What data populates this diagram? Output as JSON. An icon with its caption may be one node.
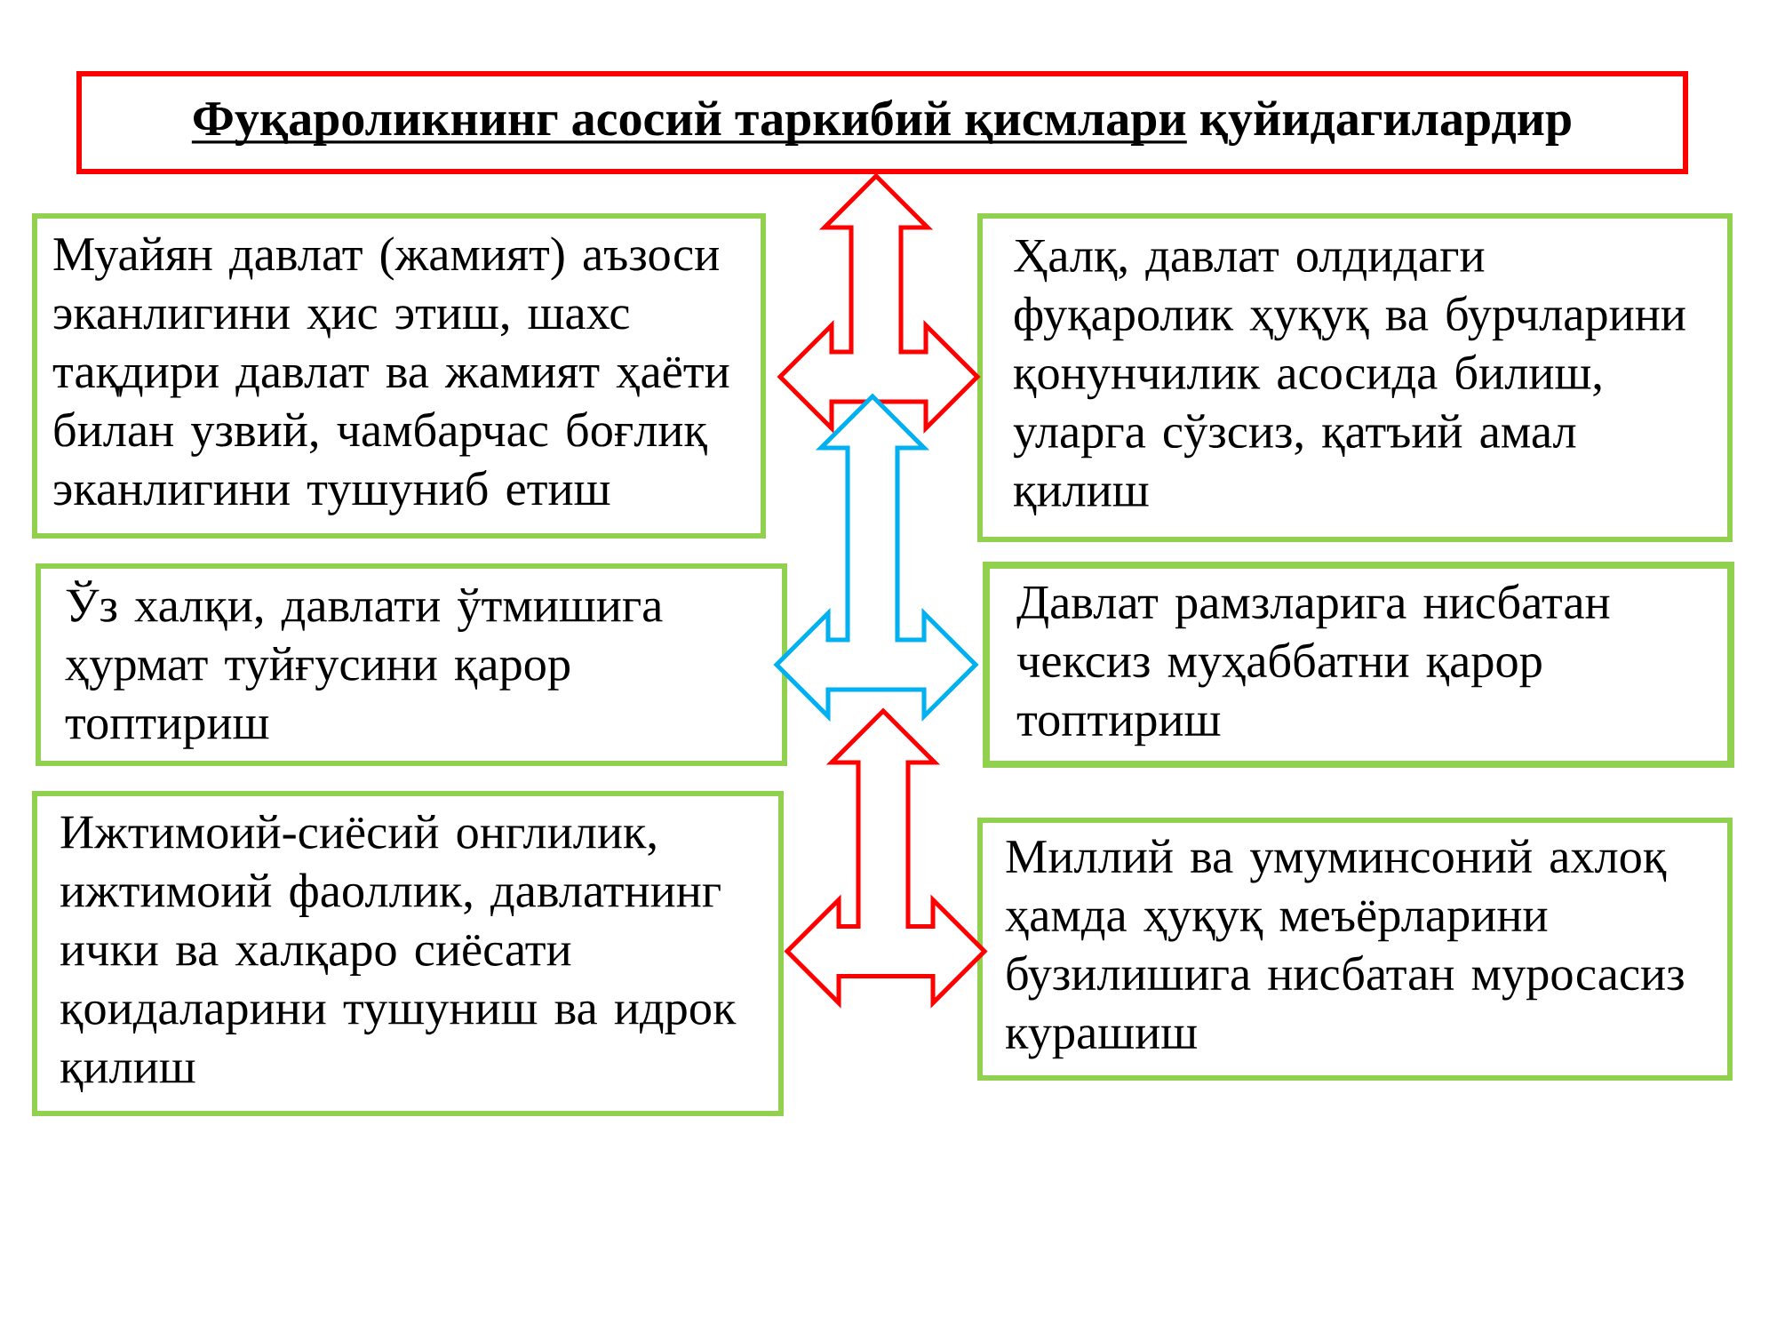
{
  "diagram": {
    "nodes": [
      {
        "text": [
          "Фуқароликнинг асосий таркибий қисмлари",
          "қуйидагилардир"
        ]
      },
      {
        "text": [
          "Муайян давлат (жамият) аъзоси эканлигини ҳис этиш, шахс тақдири давлат ва жамият ҳаёти билан узвий, чамбарчас боғлиқ эканлигини тушуниб етиш"
        ]
      },
      {
        "text": [
          "Ҳалқ, давлат олдидаги фуқаролик ҳуқуқ ва бурчларини қонунчилик асосида билиш, уларга сўзсиз, қатъий амал қилиш"
        ]
      },
      {
        "text": [
          "Ўз халқи, давлати ўтмишига ҳурмат туйғусини қарор топтириш"
        ]
      },
      {
        "text": [
          "Давлат рамзларига нисбатан чексиз муҳаббатни қарор топтириш"
        ]
      },
      {
        "text": [
          "Ижтимоий-сиёсий онглилик, ижтимоий фаоллик, давлатнинг ички ва халқаро сиёсати қоидаларини тушуниш ва идрок қилиш"
        ]
      },
      {
        "text": [
          "Миллий ва умуминсоний ахлоқ ҳамда ҳуқуқ меъёрларини бузилишига нисбатан муросасиз курашиш"
        ]
      }
    ],
    "edges": [
      {
        "from": 0,
        "to": 1,
        "arrow": "both"
      },
      {
        "from": 0,
        "to": 2,
        "arrow": "both"
      },
      {
        "from": 1,
        "to": 2,
        "arrow": "both"
      },
      {
        "from": null,
        "to": 3,
        "arrow": "both",
        "color": "#00b0f0"
      },
      {
        "from": null,
        "to": 4,
        "arrow": "both",
        "color": "#00b0f0"
      },
      {
        "from": 3,
        "to": 4,
        "arrow": "both",
        "color": "#00b0f0"
      },
      {
        "from": null,
        "to": 5,
        "arrow": "both"
      },
      {
        "from": null,
        "to": 6,
        "arrow": "both"
      },
      {
        "from": 5,
        "to": 6,
        "arrow": "both"
      }
    ]
  }
}
